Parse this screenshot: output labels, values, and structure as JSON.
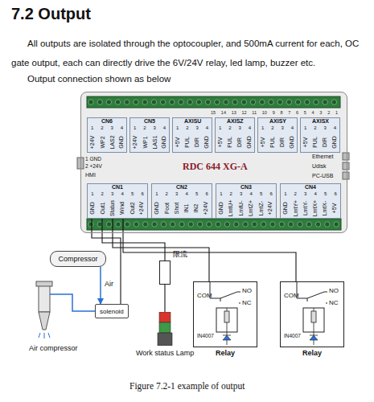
{
  "diagram": {
    "title": "7.2 Output",
    "caption": "Figure 7.2-1 example of output",
    "nodes": [
      {
        "text": [
          "RDC 644 XG-A"
        ]
      },
      {
        "text": [
          "CN6",
          "1 2 3 4",
          "+24V",
          "WP2",
          "LAS2",
          "GND"
        ],
        "in": 0
      },
      {
        "text": [
          "CN5",
          "1 2 3 4",
          "+24V",
          "WP1",
          "LAS1",
          "GND"
        ],
        "in": 0
      },
      {
        "text": [
          "AXISU",
          "1 2 3 4",
          "+5V",
          "PUL",
          "DIR",
          "GND"
        ],
        "in": 0
      },
      {
        "text": [
          "AXISZ",
          "1 2 3 4",
          "+5V",
          "PUL",
          "DIR",
          "GND"
        ],
        "in": 0
      },
      {
        "text": [
          "AXISY",
          "1 2 3 4",
          "+5V",
          "PUL",
          "DIR",
          "GND"
        ],
        "in": 0
      },
      {
        "text": [
          "AXISX",
          "1 2 3 4",
          "+5V",
          "PUL",
          "DIR",
          "GND"
        ],
        "in": 0
      },
      {
        "text": [
          "CN1",
          "1 2 3 4 5 6",
          "GND",
          "Out1",
          "Status",
          "Wind",
          "Out2",
          "+24V"
        ],
        "in": 0
      },
      {
        "text": [
          "CN2",
          "1 2 3 4 5 6",
          "GND",
          "Foot",
          "Shot",
          "IN1",
          "IN2",
          "+24V"
        ],
        "in": 0
      },
      {
        "text": [
          "CN3",
          "1 2 3 4 5 6",
          "GND",
          "LmtU+",
          "LmtU-",
          "LmtZ+",
          "LmtZ-",
          "+24V"
        ],
        "in": 0
      },
      {
        "text": [
          "CN4",
          "1 2 3 4 5 6",
          "GND",
          "LmtY+",
          "LmtY-",
          "LmtX+",
          "LmtX-",
          "+5V"
        ],
        "in": 0
      },
      {
        "text": [
          "Compressor"
        ]
      },
      {
        "text": [
          "solenoid"
        ]
      },
      {
        "text": [
          "限流"
        ]
      },
      {
        "text": [
          "Work status Lamp"
        ]
      },
      {
        "text": [
          "COM",
          "NO",
          "NC",
          "IN4007",
          "Relay"
        ]
      },
      {
        "text": [
          "COM",
          "NO",
          "NC",
          "IN4007",
          "Relay"
        ]
      }
    ],
    "edges": [
      {
        "from": 11,
        "to": 12,
        "arrow": "to",
        "label": "Air"
      },
      {
        "from": 7,
        "to": 12,
        "arrow": "none"
      },
      {
        "from": 7,
        "to": 13,
        "arrow": "none"
      },
      {
        "from": 13,
        "to": 14,
        "arrow": "none"
      },
      {
        "from": 7,
        "to": 15,
        "arrow": "none"
      },
      {
        "from": 7,
        "to": 16,
        "arrow": "none"
      }
    ],
    "labels": [
      "All outputs are isolated through the optocoupler, and 500mA current for each, OC gate output, each can directly drive the 6V/24V relay, led lamp, buzzer etc.",
      "Output connection shown as below",
      "15 14 13 12 11 10 9 8 7 6 5 4 3 2 1",
      "1 GND",
      "2 +24V",
      "HMI",
      "Ethernet",
      "Udisk",
      "PC-USB",
      "Air compressor"
    ]
  }
}
